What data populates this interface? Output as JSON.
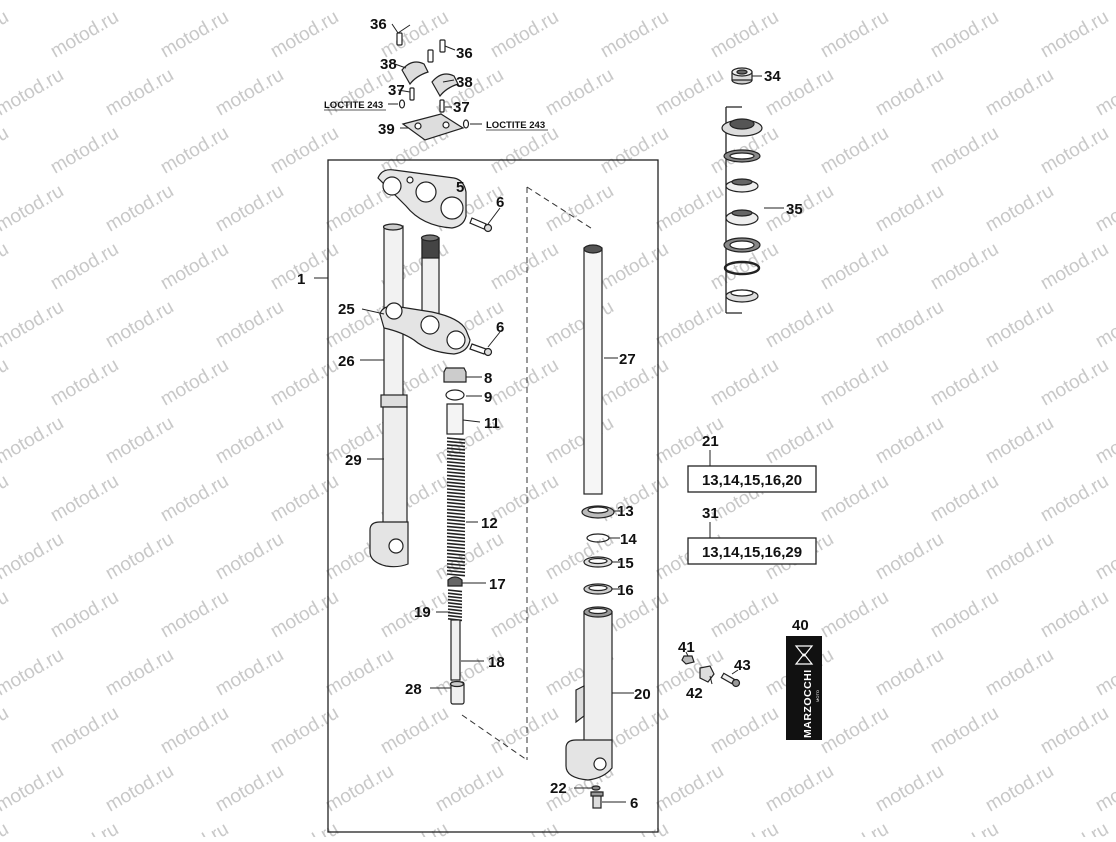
{
  "watermark": "motod.ru",
  "callouts": {
    "c1": "1",
    "c5": "5",
    "c6a": "6",
    "c6b": "6",
    "c6c": "6",
    "c8": "8",
    "c9": "9",
    "c11": "11",
    "c12": "12",
    "c13": "13",
    "c14": "14",
    "c15": "15",
    "c16": "16",
    "c17": "17",
    "c18": "18",
    "c19": "19",
    "c20": "20",
    "c21": "21",
    "c22": "22",
    "c25": "25",
    "c26": "26",
    "c27": "27",
    "c28": "28",
    "c29": "29",
    "c31": "31",
    "c34": "34",
    "c35": "35",
    "c36a": "36",
    "c36b": "36",
    "c37a": "37",
    "c37b": "37",
    "c38a": "38",
    "c38b": "38",
    "c39": "39",
    "c40": "40",
    "c41": "41",
    "c42": "42",
    "c43": "43"
  },
  "loctite_left": "LOCTITE 243",
  "loctite_right": "LOCTITE 243",
  "kit21_contents": "13,14,15,16,20",
  "kit31_contents": "13,14,15,16,29",
  "sticker_brand": "MARZOCCHI",
  "sticker_sub": "MOTO"
}
